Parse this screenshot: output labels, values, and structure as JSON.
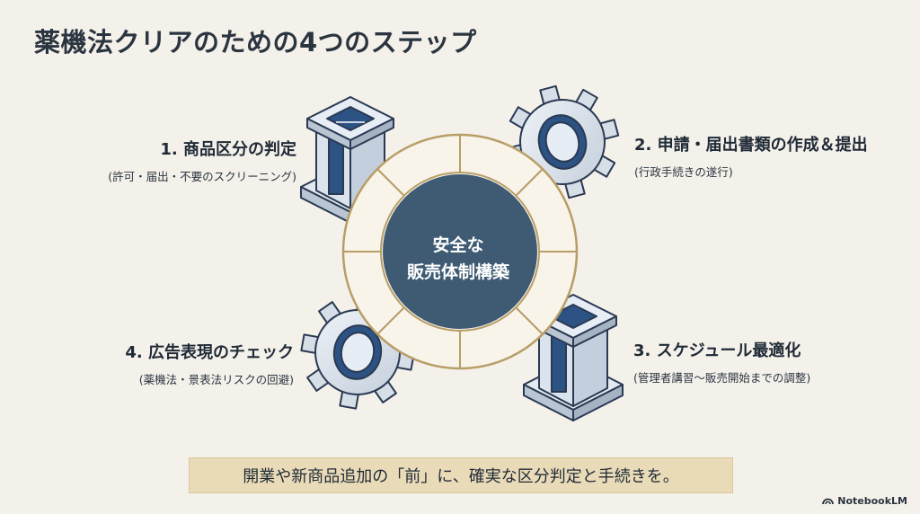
{
  "title": "薬機法クリアのための4つのステップ",
  "center": {
    "line1": "安全な",
    "line2": "販売体制構築"
  },
  "steps": [
    {
      "heading": "1. 商品区分の判定",
      "sub": "(許可・届出・不要のスクリーニング)",
      "icon": "pillar-block-icon"
    },
    {
      "heading": "2. 申請・届出書類の作成＆提出",
      "sub": "(行政手続きの遂行)",
      "icon": "gear-icon"
    },
    {
      "heading": "3. スケジュール最適化",
      "sub": "(管理者講習〜販売開始までの調整)",
      "icon": "pillar-block-icon"
    },
    {
      "heading": "4. 広告表現のチェック",
      "sub": "(薬機法・景表法リスクの回避)",
      "icon": "gear-icon"
    }
  ],
  "banner": "開業や新商品追加の「前」に、確実な区分判定と手続きを。",
  "brand": "NotebookLM",
  "colors": {
    "navy": "#3f5b73",
    "gold": "#b89d66",
    "ring": "#f8f4ea",
    "banner": "#eadbb8",
    "icon_light": "#dbe3ec",
    "icon_dark": "#2d5384"
  }
}
